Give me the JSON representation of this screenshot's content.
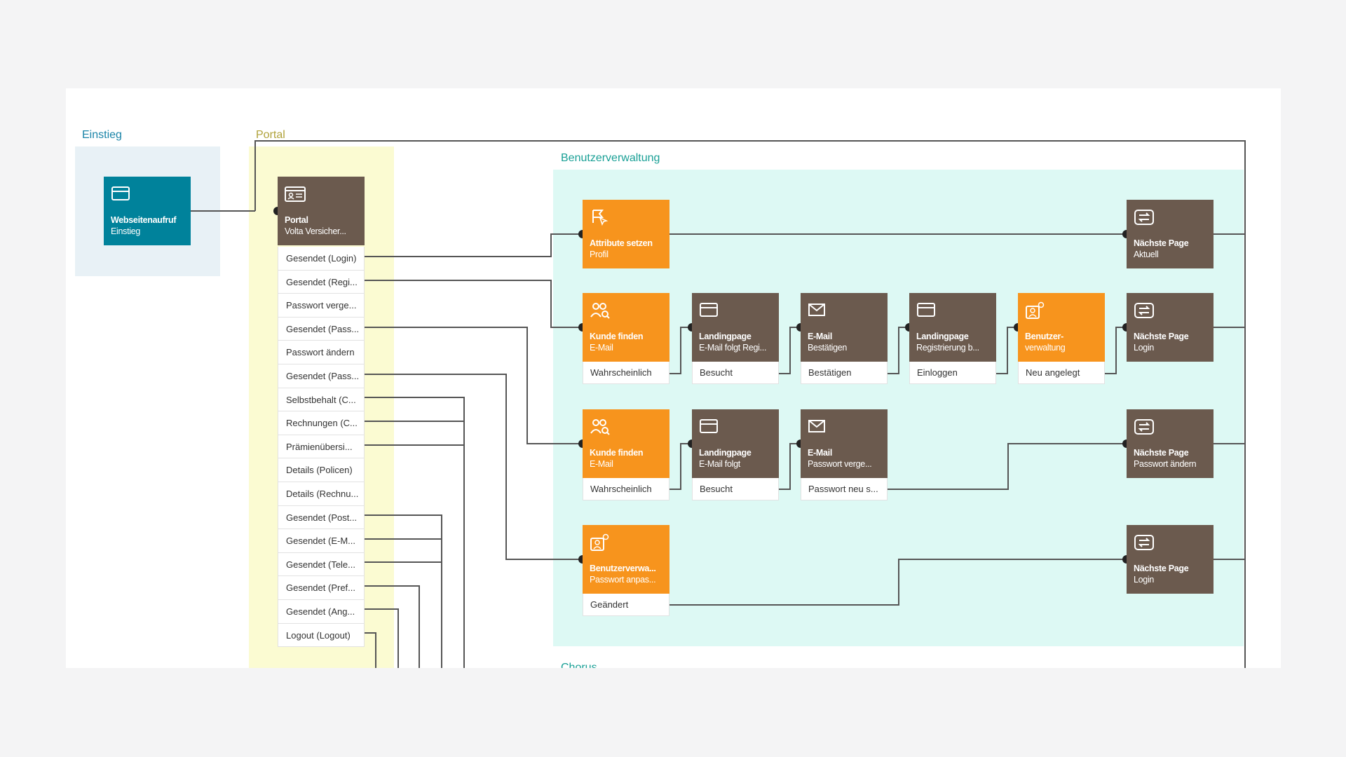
{
  "groups": {
    "einstieg": "Einstieg",
    "portal": "Portal",
    "benutzerverwaltung": "Benutzerverwaltung",
    "next_group_partial": "Chorus"
  },
  "colors": {
    "orange": "#f7941d",
    "brown": "#6b5a4e",
    "teal": "#00829b",
    "einstieg_zone": "#e8f1f6",
    "portal_zone": "#fbfbd2",
    "benutzer_zone": "#ddf9f4",
    "wire": "#555555"
  },
  "nodes": {
    "webseitenaufruf": {
      "title": "Webseitenaufruf",
      "subtitle": "Einstieg",
      "icon": "browser-icon"
    },
    "portal": {
      "title": "Portal",
      "subtitle": "Volta Versicher...",
      "icon": "id-card-icon",
      "outputs": [
        "Gesendet (Login)",
        "Gesendet (Regi...",
        "Passwort verge...",
        "Gesendet (Pass...",
        "Passwort ändern",
        "Gesendet (Pass...",
        "Selbstbehalt (C...",
        "Rechnungen (C...",
        "Prämienübersi...",
        "Details (Policen)",
        "Details (Rechnu...",
        "Gesendet (Post...",
        "Gesendet (E-M...",
        "Gesendet (Tele...",
        "Gesendet (Pref...",
        "Gesendet (Ang...",
        "Logout (Logout)"
      ]
    },
    "attribute": {
      "title": "Attribute setzen",
      "subtitle": "Profil",
      "icon": "pointer-icon"
    },
    "kunde1": {
      "title": "Kunde finden",
      "subtitle": "E-Mail",
      "icon": "users-search-icon",
      "output": "Wahrscheinlich"
    },
    "landing1": {
      "title": "Landingpage",
      "subtitle": "E-Mail folgt Regi...",
      "icon": "browser-icon",
      "output": "Besucht"
    },
    "email1": {
      "title": "E-Mail",
      "subtitle": "Bestätigen",
      "icon": "envelope-icon",
      "output": "Bestätigen"
    },
    "landing2": {
      "title": "Landingpage",
      "subtitle": "Registrierung b...",
      "icon": "browser-icon",
      "output": "Einloggen"
    },
    "benutzer1": {
      "title": "Benutzer-",
      "subtitle": "verwaltung",
      "icon": "user-gear-icon",
      "output": "Neu angelegt"
    },
    "naechste1": {
      "title": "Nächste Page",
      "subtitle": "Aktuell",
      "icon": "next-page-icon"
    },
    "naechste2": {
      "title": "Nächste Page",
      "subtitle": "Login",
      "icon": "next-page-icon"
    },
    "kunde2": {
      "title": "Kunde finden",
      "subtitle": "E-Mail",
      "icon": "users-search-icon",
      "output": "Wahrscheinlich"
    },
    "landing3": {
      "title": "Landingpage",
      "subtitle": "E-Mail folgt",
      "icon": "browser-icon",
      "output": "Besucht"
    },
    "email2": {
      "title": "E-Mail",
      "subtitle": "Passwort verge...",
      "icon": "envelope-icon",
      "output": "Passwort neu s..."
    },
    "naechste3": {
      "title": "Nächste Page",
      "subtitle": "Passwort ändern",
      "icon": "next-page-icon"
    },
    "benutzer2": {
      "title": "Benutzerverwa...",
      "subtitle": "Passwort anpas...",
      "icon": "user-gear-icon",
      "output": "Geändert"
    },
    "naechste4": {
      "title": "Nächste Page",
      "subtitle": "Login",
      "icon": "next-page-icon"
    }
  }
}
